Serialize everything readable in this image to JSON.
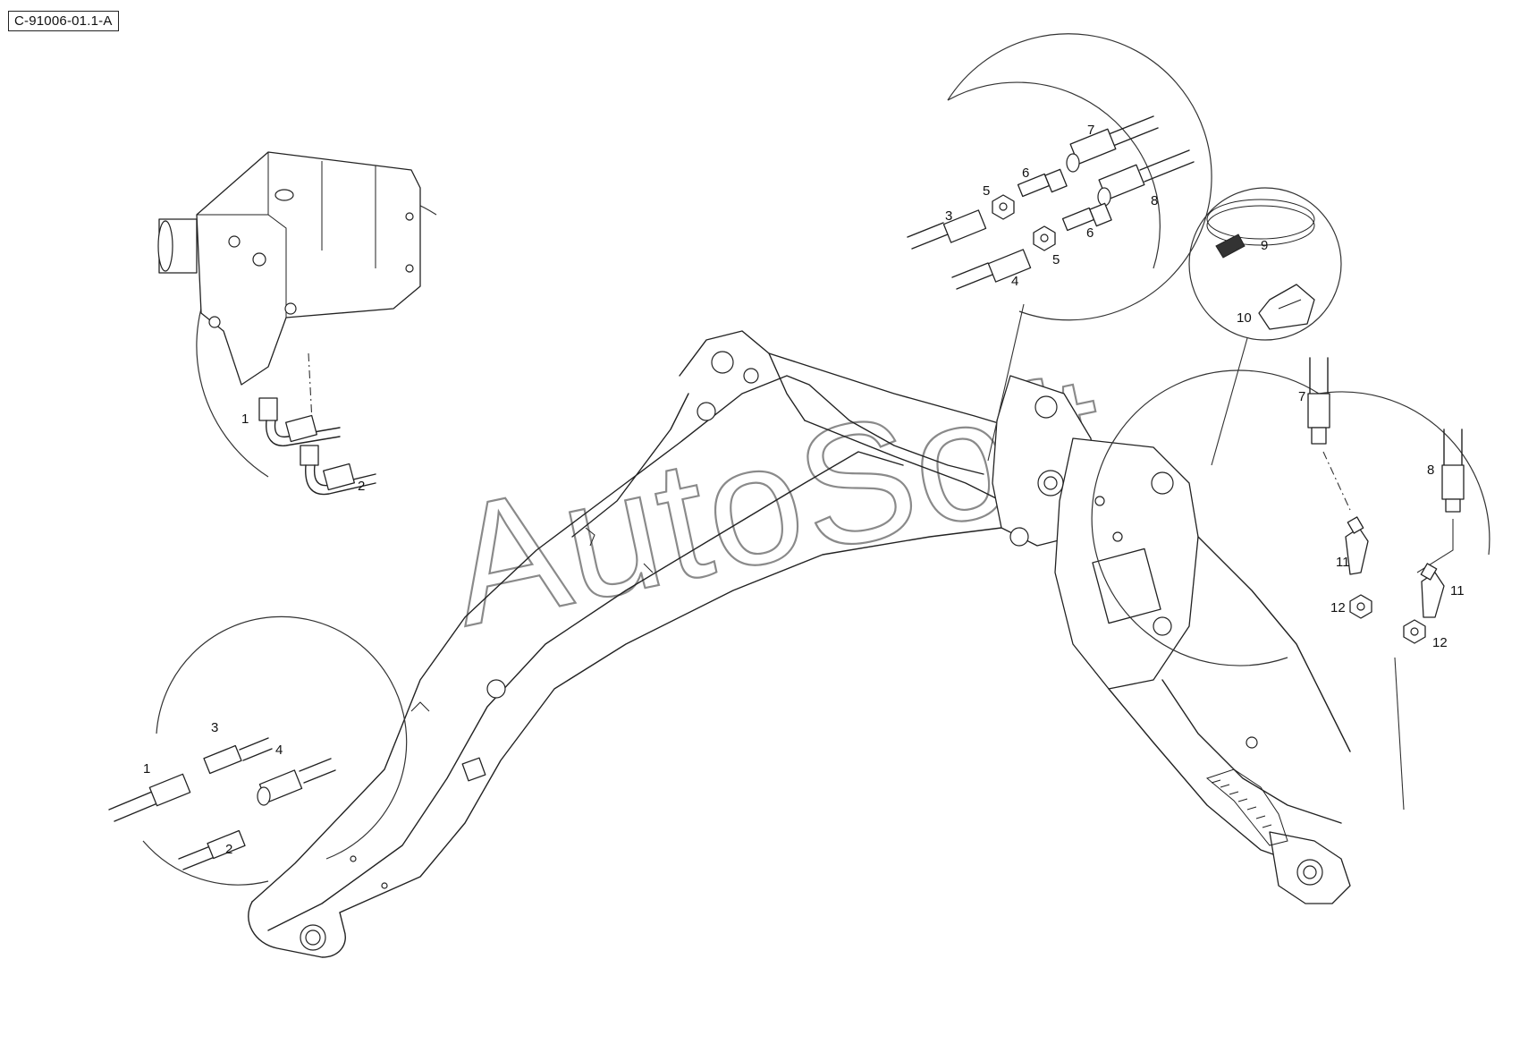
{
  "reference_code": "C-91006-01.1-A",
  "watermark": "AutoSoft",
  "callouts": [
    {
      "id": "c1",
      "text": "1"
    },
    {
      "id": "c2",
      "text": "2"
    },
    {
      "id": "c3",
      "text": "1"
    },
    {
      "id": "c4",
      "text": "3"
    },
    {
      "id": "c5",
      "text": "4"
    },
    {
      "id": "c6",
      "text": "2"
    },
    {
      "id": "c7",
      "text": "7"
    },
    {
      "id": "c8",
      "text": "6"
    },
    {
      "id": "c9",
      "text": "5"
    },
    {
      "id": "c10",
      "text": "3"
    },
    {
      "id": "c11",
      "text": "8"
    },
    {
      "id": "c12",
      "text": "6"
    },
    {
      "id": "c13",
      "text": "5"
    },
    {
      "id": "c14",
      "text": "4"
    },
    {
      "id": "c15",
      "text": "9"
    },
    {
      "id": "c16",
      "text": "10"
    },
    {
      "id": "c17",
      "text": "7"
    },
    {
      "id": "c18",
      "text": "8"
    },
    {
      "id": "c19",
      "text": "11"
    },
    {
      "id": "c20",
      "text": "11"
    },
    {
      "id": "c21",
      "text": "12"
    },
    {
      "id": "c22",
      "text": "12"
    }
  ]
}
